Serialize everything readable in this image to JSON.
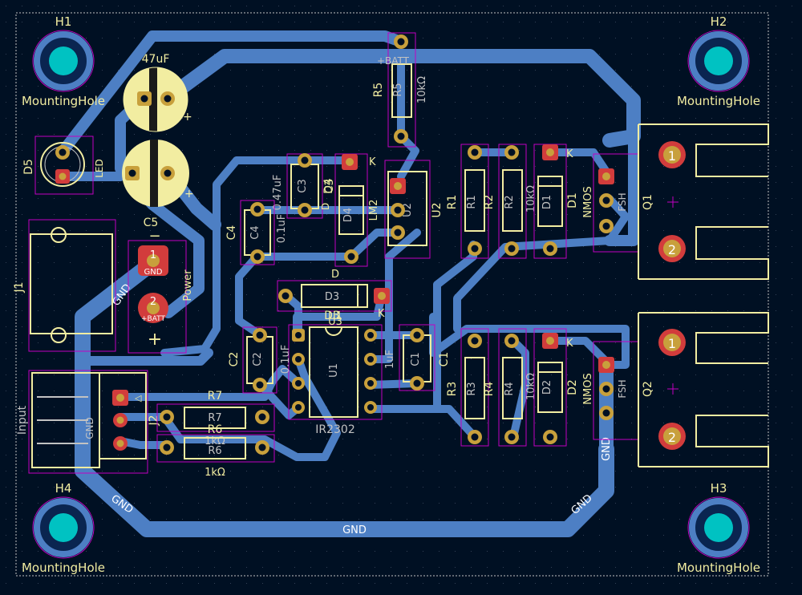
{
  "colors": {
    "background": "#001023",
    "grid": "#4a5568",
    "track": "#4d7fc4",
    "silk": "#f2eda1",
    "fab": "#c2c2c2",
    "courtyard": "#c200c2",
    "pad_ring": "#c8a03c",
    "pad_red": "#d23c3c",
    "hole": "#00c2c2",
    "net_label": "#ffffff"
  },
  "mounting_holes": [
    {
      "ref": "H1",
      "value": "MountingHole"
    },
    {
      "ref": "H2",
      "value": "MountingHole"
    },
    {
      "ref": "H3",
      "value": "MountingHole"
    },
    {
      "ref": "H4",
      "value": "MountingHole"
    }
  ],
  "components": {
    "c3_top": {
      "value": "47uF"
    },
    "c_b": {
      "value": "47uF",
      "ref": "C5"
    },
    "d5": {
      "ref": "D5",
      "value": "LED"
    },
    "j1": {
      "ref": "J1",
      "pad1": "GND",
      "pad2": "+BATT",
      "plus": "+",
      "minus": "−",
      "power_label": "Power",
      "gnd_label": "GND"
    },
    "r5": {
      "ref": "R5",
      "ref_fab": "R5",
      "value": "10kΩ",
      "net": "+BATT"
    },
    "c3": {
      "ref": "C3",
      "ref_fab": "C3",
      "value": "0.47uF"
    },
    "c4": {
      "ref": "C4",
      "ref_fab": "C4",
      "value": "0.1uF"
    },
    "d4": {
      "ref": "D4",
      "ref_fab": "D4",
      "k": "K",
      "d": "D"
    },
    "u2": {
      "ref": "U2",
      "ref_fab": "U2",
      "value": "LM2"
    },
    "r1": {
      "ref": "R1",
      "ref_fab": "R1"
    },
    "r2": {
      "ref": "R2",
      "ref_fab": "R2",
      "value": "10kΩ"
    },
    "d1": {
      "ref": "D1",
      "ref_fab": "D1",
      "k": "K"
    },
    "q1": {
      "ref": "Q1",
      "value": "NMOS",
      "fab": "FSH"
    },
    "d3": {
      "ref": "D3",
      "ref_fab": "D3",
      "k": "K",
      "d": "D"
    },
    "u1": {
      "ref": "U1",
      "ref_fab": "U1",
      "value": "IR2302",
      "u3": "U3"
    },
    "c2": {
      "ref": "C2",
      "ref_fab": "C2",
      "value": "0.1uF"
    },
    "c1": {
      "ref": "C1",
      "ref_fab": "C1",
      "value": "1uF"
    },
    "r3": {
      "ref": "R3",
      "ref_fab": "R3"
    },
    "r4": {
      "ref": "R4",
      "ref_fab": "R4",
      "value": "10kΩ"
    },
    "d2": {
      "ref": "D2",
      "ref_fab": "D2",
      "k": "K"
    },
    "q2": {
      "ref": "Q2",
      "value": "NMOS",
      "fab": "FSH"
    },
    "j2": {
      "ref": "J2",
      "value": "Input",
      "fab": "GND"
    },
    "r7": {
      "ref": "R7",
      "ref_fab": "R7",
      "value": "1kΩ"
    },
    "r6": {
      "ref": "R6",
      "ref_fab": "R6",
      "value": "1kΩ"
    },
    "mosfet_pins": [
      "1",
      "2",
      "1",
      "2"
    ]
  },
  "nets": {
    "gnd_bottom": "GND",
    "gnd_left": "GND",
    "gnd_right": "GND",
    "gnd_j1": "GND",
    "gnd_q2": "GND"
  }
}
